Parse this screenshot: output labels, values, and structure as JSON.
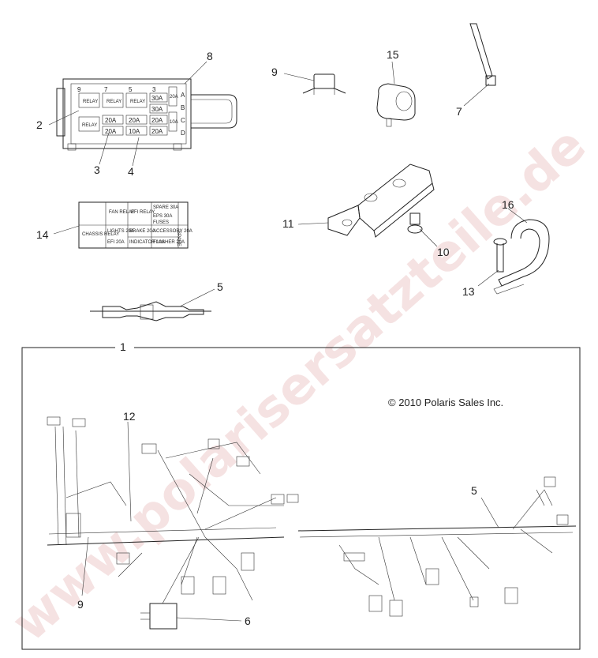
{
  "watermark": "www.polarisersatzteile.de",
  "copyright": "© 2010 Polaris Sales Inc.",
  "callouts": {
    "c1": "1",
    "c2": "2",
    "c3": "3",
    "c4": "4",
    "c5a": "5",
    "c5b": "5",
    "c6": "6",
    "c7": "7",
    "c8": "8",
    "c9a": "9",
    "c9b": "9",
    "c10": "10",
    "c11": "11",
    "c12": "12",
    "c13": "13",
    "c14": "14",
    "c15": "15",
    "c16": "16"
  },
  "fuse_box": {
    "top_numbers": [
      "9",
      "7",
      "5",
      "3"
    ],
    "side_letters": [
      "A",
      "B",
      "C",
      "D"
    ],
    "relays": [
      "RELAY",
      "RELAY",
      "RELAY",
      "RELAY"
    ],
    "fuses": [
      "30A",
      "30A",
      "20A",
      "20A",
      "20A",
      "20A",
      "20A",
      "10A",
      "20A",
      "10A"
    ]
  },
  "fuse_label": {
    "cells": [
      "FAN RELAY",
      "EFI RELAY",
      "SPARE 30A",
      "EPS 30A",
      "CHASSIS RELAY",
      "LIGHTS 20A",
      "BRAKE 20A",
      "ACCESSORY 20A",
      "EFI 20A",
      "INDICATOR 10A",
      "FLASHER 20A",
      "FUSES",
      "SPARE"
    ]
  }
}
